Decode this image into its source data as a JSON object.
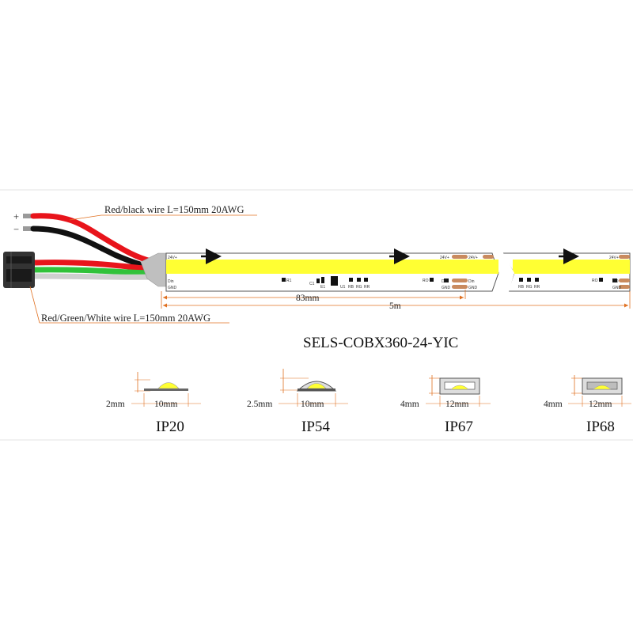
{
  "wires": {
    "plus": "+",
    "minus": "−",
    "power_label": "Red/black wire L=150mm 20AWG",
    "signal_label": "Red/Green/White wire L=150mm 20AWG"
  },
  "strip": {
    "voltage_in": "24V+",
    "voltage_mid": "24V+",
    "voltage_mid2": "24V+",
    "voltage_end": "24V+",
    "din": "Din",
    "do_mid": "DO",
    "din_mid": "Din",
    "do_end": "DO",
    "gnd": "GND",
    "gnd_mid": "GND",
    "gnd_mid2": "GND",
    "gnd_end": "GND",
    "r1": "R1",
    "c1": "C1",
    "e1": "E1",
    "u1": "U1",
    "rb": "RB",
    "rg": "RG",
    "rr": "RR",
    "ro": "RO",
    "rb2": "RB",
    "rg2": "RG",
    "rr2": "RR",
    "ro2": "RO",
    "segment_length": "83mm",
    "total_length": "5m"
  },
  "model": "SELS-COBX360-24-YIC",
  "profiles": [
    {
      "height": "2mm",
      "width": "10mm",
      "rating": "IP20"
    },
    {
      "height": "2.5mm",
      "width": "10mm",
      "rating": "IP54"
    },
    {
      "height": "4mm",
      "width": "12mm",
      "rating": "IP67"
    },
    {
      "height": "4mm",
      "width": "12mm",
      "rating": "IP68"
    }
  ],
  "colors": {
    "cob_yellow": "#ffff33",
    "wire_red": "#e8141b",
    "wire_black": "#111111",
    "wire_green": "#31c23a",
    "wire_white": "#cfcfcf",
    "dimension_orange": "#e07020",
    "solder_pad": "#c98a5e",
    "connector": "#333333"
  },
  "icons": [
    "direction-arrow-icon"
  ]
}
